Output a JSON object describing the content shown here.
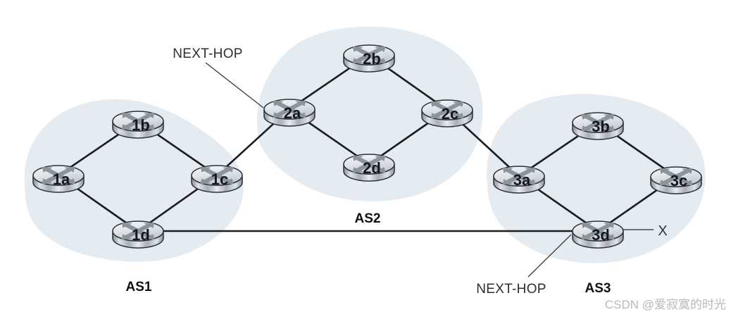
{
  "figure": {
    "as_groups": [
      {
        "label": "AS1",
        "routers": [
          "1a",
          "1b",
          "1c",
          "1d"
        ]
      },
      {
        "label": "AS2",
        "routers": [
          "2a",
          "2b",
          "2c",
          "2d"
        ]
      },
      {
        "label": "AS3",
        "routers": [
          "3a",
          "3b",
          "3c",
          "3d"
        ]
      }
    ],
    "routers": [
      {
        "id": "1a",
        "label": "1a"
      },
      {
        "id": "1b",
        "label": "1b"
      },
      {
        "id": "1c",
        "label": "1c"
      },
      {
        "id": "1d",
        "label": "1d"
      },
      {
        "id": "2a",
        "label": "2a"
      },
      {
        "id": "2b",
        "label": "2b"
      },
      {
        "id": "2c",
        "label": "2c"
      },
      {
        "id": "2d",
        "label": "2d"
      },
      {
        "id": "3a",
        "label": "3a"
      },
      {
        "id": "3b",
        "label": "3b"
      },
      {
        "id": "3c",
        "label": "3c"
      },
      {
        "id": "3d",
        "label": "3d"
      }
    ],
    "links": {
      "intra_as": [
        [
          "1a",
          "1b"
        ],
        [
          "1b",
          "1c"
        ],
        [
          "1a",
          "1d"
        ],
        [
          "1d",
          "1c"
        ],
        [
          "2a",
          "2b"
        ],
        [
          "2b",
          "2c"
        ],
        [
          "2a",
          "2d"
        ],
        [
          "2d",
          "2c"
        ],
        [
          "3a",
          "3b"
        ],
        [
          "3b",
          "3c"
        ],
        [
          "3a",
          "3d"
        ],
        [
          "3d",
          "3c"
        ]
      ],
      "inter_as": [
        [
          "1c",
          "2a"
        ],
        [
          "2c",
          "3a"
        ],
        [
          "1d",
          "3d"
        ]
      ],
      "external": [
        [
          "3d",
          "X"
        ]
      ]
    },
    "annotations": {
      "next_hop_top": "NEXT-HOP",
      "next_hop_bottom": "NEXT-HOP",
      "x_label": "X"
    },
    "colors": {
      "cloud_fill": "#e4ebf1",
      "link": "#1c1c1c",
      "router_arrow": "#8b939b",
      "router_label": "#15191d",
      "watermark": "#b9b9b9"
    }
  },
  "watermark": {
    "text": "CSDN @爱寂寞的时光"
  }
}
